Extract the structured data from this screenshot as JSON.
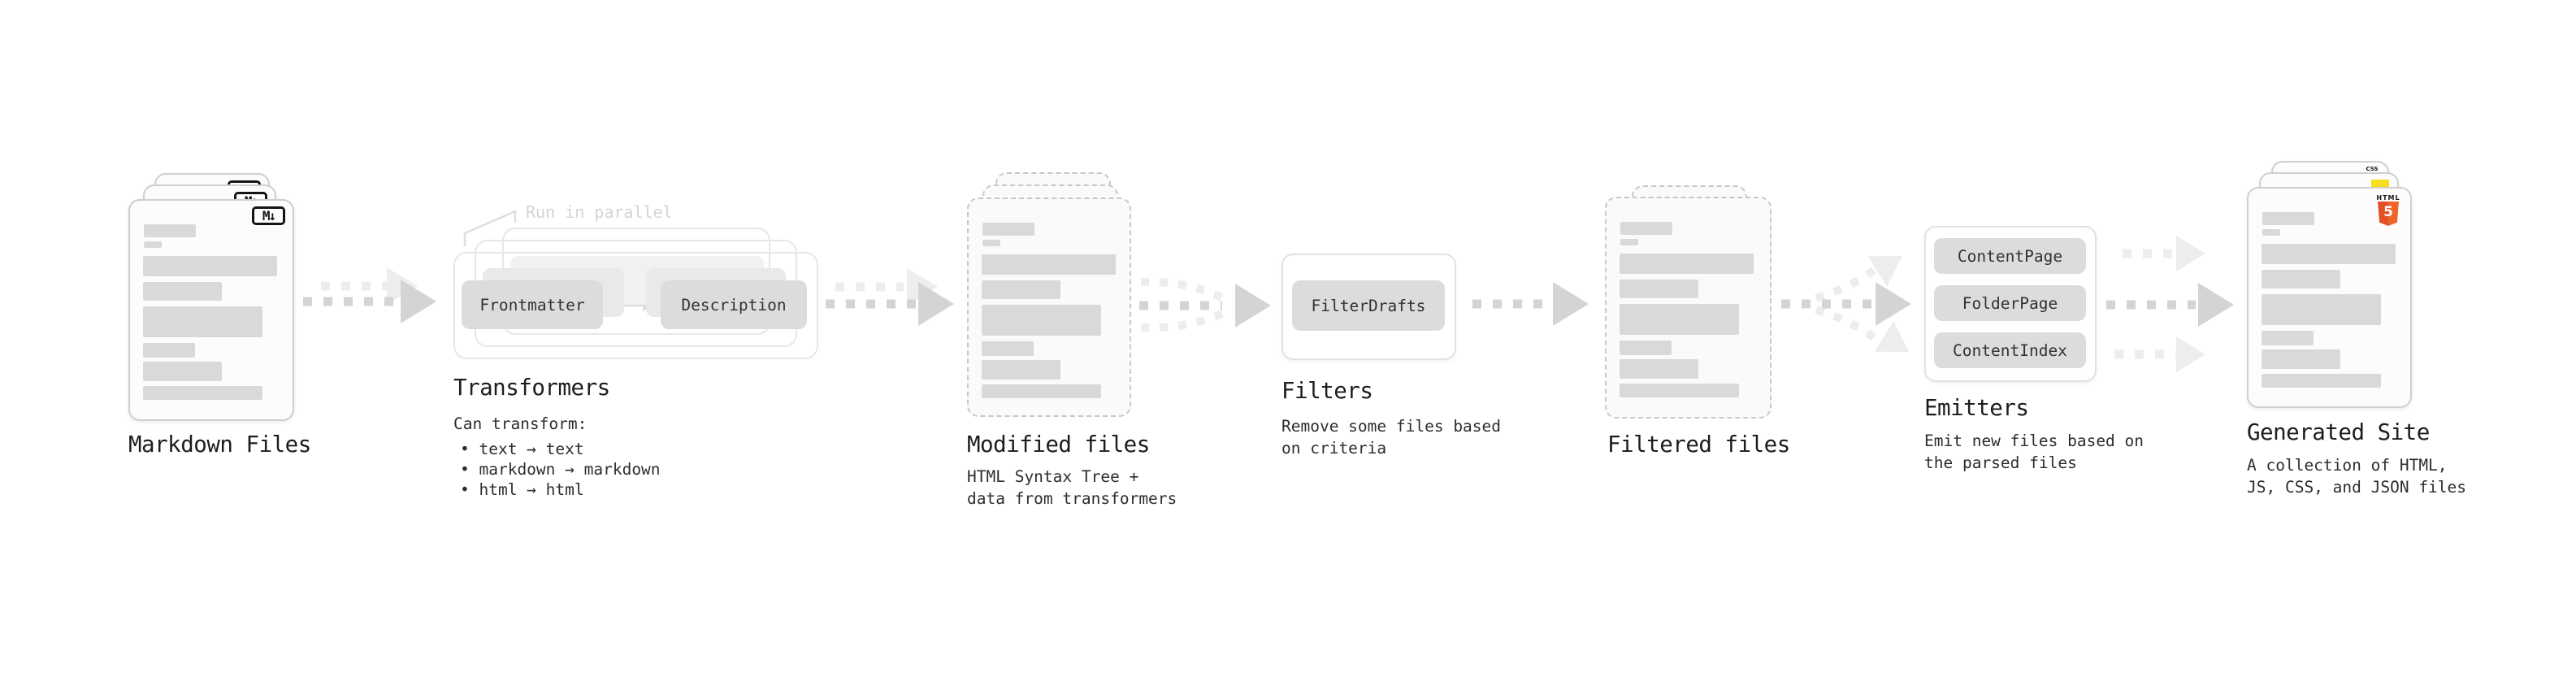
{
  "colors": {
    "background": "#ffffff",
    "bar_fill": "#d9d9d9",
    "arrow_dark": "#d4d4d4",
    "arrow_light": "#ededed",
    "annotation_gray": "#d4d4d4",
    "accent_html5_orange": "#e34f26",
    "accent_js_yellow": "#f7df1e",
    "accent_css_blue": "#2965f1"
  },
  "stages": {
    "markdown_files": {
      "title": "Markdown Files",
      "icon_text": "M↓"
    },
    "transformers": {
      "title": "Transformers",
      "annotation": "Run in parallel",
      "node1": "Frontmatter",
      "node2": "Description",
      "desc_heading": "Can transform:",
      "bullets": [
        "• text → text",
        "• markdown → markdown",
        "• html → html"
      ]
    },
    "modified_files": {
      "title": "Modified files",
      "desc_lines": [
        "HTML Syntax Tree +",
        "data from transformers"
      ]
    },
    "filters": {
      "title": "Filters",
      "node1": "FilterDrafts",
      "desc_lines": [
        "Remove some files based",
        "on criteria"
      ]
    },
    "filtered_files": {
      "title": "Filtered files"
    },
    "emitters": {
      "title": "Emitters",
      "node1": "ContentPage",
      "node2": "FolderPage",
      "node3": "ContentIndex",
      "desc_lines": [
        "Emit new files based on",
        "the parsed files"
      ]
    },
    "generated_site": {
      "title": "Generated Site",
      "desc_lines": [
        "A collection of HTML,",
        "JS, CSS, and JSON files"
      ],
      "icon_html_label": "HTML",
      "icon_html_five": "5",
      "icon_css_label": "CSS"
    }
  }
}
